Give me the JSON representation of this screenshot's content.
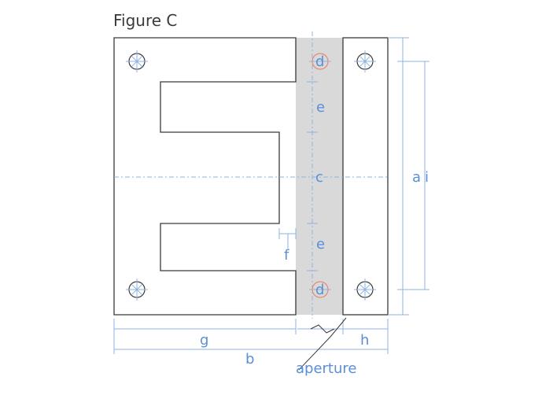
{
  "figure": {
    "title": "Figure C"
  },
  "labels": {
    "a": "a",
    "b": "b",
    "c": "c",
    "d": "d",
    "e": "e",
    "f": "f",
    "g": "g",
    "h": "h",
    "i": "i",
    "aperture": "aperture"
  },
  "colors": {
    "outline": "#3a3a3a",
    "dimension": "#8fb3e0",
    "text": "#5b8fd6",
    "gap_fill": "#d9d9d9",
    "hole": "#e58a6a"
  }
}
